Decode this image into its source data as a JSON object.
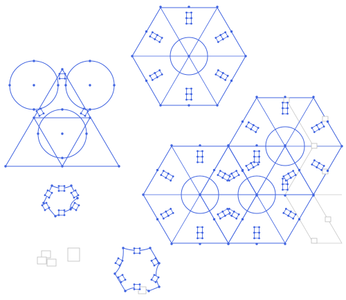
{
  "canvas": {
    "background": "#ffffff",
    "selection_color": "#3f63e0",
    "ghost_color": "#c9c9c9"
  },
  "objects": [
    {
      "name": "hexagon-tile",
      "selected": true
    },
    {
      "name": "three-circles-triangle",
      "selected": true
    },
    {
      "name": "hexagon-tiling-group",
      "selected": true
    },
    {
      "name": "small-curved-hexagon",
      "selected": true
    },
    {
      "name": "large-curved-hexagon",
      "selected": true
    },
    {
      "name": "unselected-shapes",
      "selected": false
    }
  ]
}
